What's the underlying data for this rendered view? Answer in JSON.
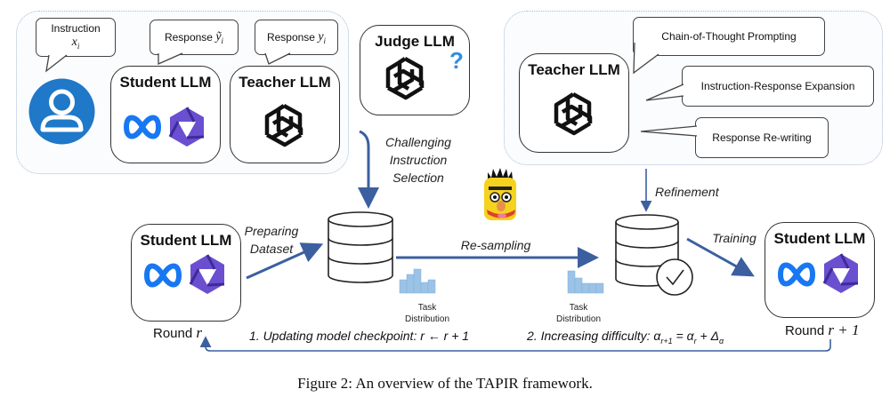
{
  "figure": {
    "caption": "Figure 2: An overview of the TAPIR framework."
  },
  "top_left_panel": {
    "bubbles": {
      "instruction_label": "Instruction",
      "instruction_var": "x",
      "instruction_sub": "i",
      "student_response_label": "Response",
      "student_response_var": "ỹ",
      "student_response_sub": "i",
      "teacher_response_label": "Response",
      "teacher_response_var": "y",
      "teacher_response_sub": "i"
    },
    "student_box_title": "Student LLM",
    "teacher_box_title": "Teacher LLM"
  },
  "judge": {
    "title": "Judge LLM",
    "question_mark": "?",
    "selection_label_1": "Challenging",
    "selection_label_2": "Instruction",
    "selection_label_3": "Selection"
  },
  "top_right_panel": {
    "teacher_box_title": "Teacher LLM",
    "bubbles": [
      "Chain-of-Thought Prompting",
      "Instruction-Response Expansion",
      "Response Re-writing"
    ],
    "refinement_label": "Refinement"
  },
  "pipeline": {
    "student_left_title": "Student LLM",
    "round_left": "Round",
    "round_left_var": "r",
    "preparing_1": "Preparing",
    "preparing_2": "Dataset",
    "resampling": "Re-sampling",
    "training": "Training",
    "task_dist_1": "Task",
    "task_dist_2": "Distribution",
    "student_right_title": "Student LLM",
    "round_right": "Round",
    "round_right_var": "r + 1",
    "step1": "1. Updating model checkpoint: r ← r + 1",
    "step2": "2. Increasing difficulty: α",
    "step2_sub": "r+1",
    "step2_rest": " = α",
    "step2_sub2": "r",
    "step2_tail": " + Δ",
    "step2_sub3": "α"
  },
  "colors": {
    "arrow_blue": "#3c5fa0",
    "user_blue": "#1f78c8",
    "meta_blue": "#1877f2",
    "qwen_purple": "#5a3fc0",
    "hist_blue": "#9cc3e6",
    "panel_border": "#a9bcd6"
  }
}
